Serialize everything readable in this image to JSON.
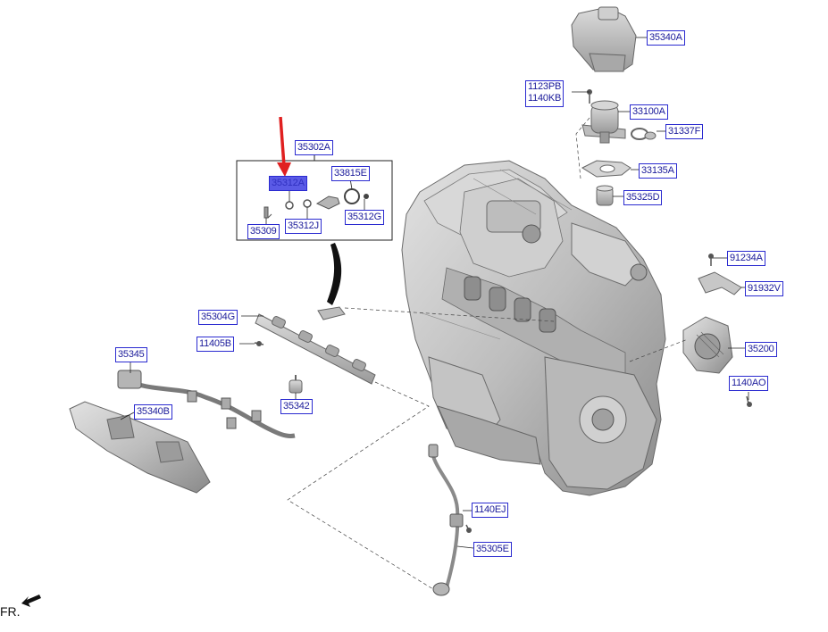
{
  "labels": {
    "p35340A": "35340A",
    "p1123PB": "1123PB",
    "p1140KB": "1140KB",
    "p33100A": "33100A",
    "p31337F": "31337F",
    "p33135A": "33135A",
    "p35325D": "35325D",
    "p35302A": "35302A",
    "p35312A": "35312A",
    "p33815E": "33815E",
    "p35309": "35309",
    "p35312J": "35312J",
    "p35312G": "35312G",
    "p91234A": "91234A",
    "p91932V": "91932V",
    "p35200": "35200",
    "p1140AO": "1140AO",
    "p35304G": "35304G",
    "p11405B": "11405B",
    "p35345": "35345",
    "p35342": "35342",
    "p35340B": "35340B",
    "p1140EJ": "1140EJ",
    "p35305E": "35305E"
  },
  "front_indicator": "FR.",
  "colors": {
    "label_text": "#1a1a9a",
    "label_border": "#2a2ad0",
    "highlight": "#5a5ae6",
    "arrow": "#e02020",
    "part_fill": "#c9c9c9",
    "part_dark": "#8f8f8f"
  },
  "highlighted_part": "35312A"
}
